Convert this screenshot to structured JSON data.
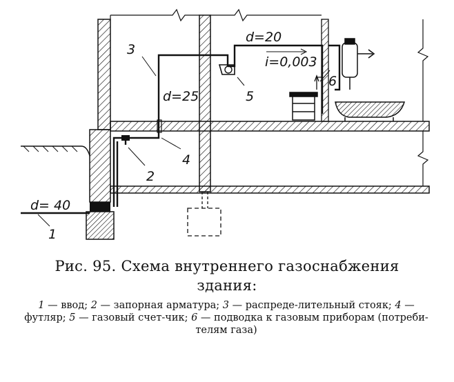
{
  "figure": {
    "labels": {
      "d_input": "d= 40",
      "d_riser": "d=25",
      "d_top": "d=20",
      "slope": "i=0,003",
      "n1": "1",
      "n2": "2",
      "n3": "3",
      "n4": "4",
      "n5": "5",
      "n6": "6"
    }
  },
  "caption": {
    "title_line1": "Рис. 95. Схема внутреннего газоснабжения",
    "title_line2": "здания:",
    "legend": [
      {
        "num": "1",
        "text": " — ввод; "
      },
      {
        "num": "2",
        "text": " — запорная арматура; "
      },
      {
        "num": "3",
        "text": " — распреде-лительный стояк; "
      },
      {
        "num": "4",
        "text": " — футляр; "
      },
      {
        "num": "5",
        "text": " — газовый счет-чик; "
      },
      {
        "num": "6",
        "text": " — подводка к газовым приборам (потреби-телям газа)"
      }
    ]
  }
}
